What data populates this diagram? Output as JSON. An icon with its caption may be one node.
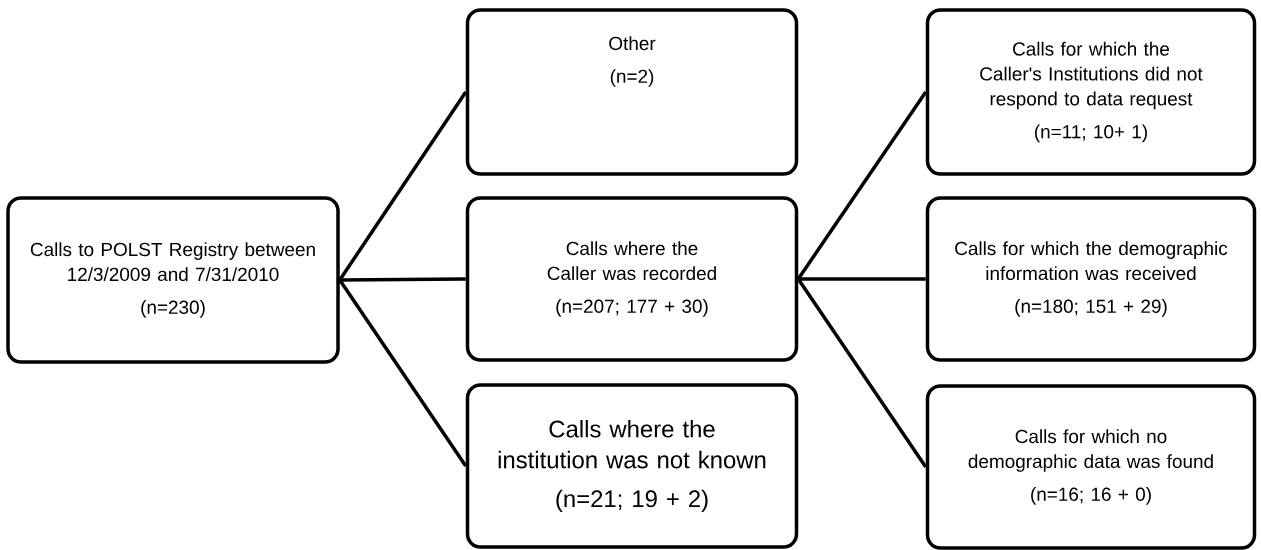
{
  "diagram": {
    "nodes": [
      {
        "text": [
          "Calls to POLST Registry between 12/3/2009 and 7/31/2010",
          "(n=230)"
        ]
      },
      {
        "text": [
          "Other",
          "(n=2)"
        ]
      },
      {
        "text": [
          "Calls where the Caller was recorded",
          "(n=207; 177 + 30)"
        ]
      },
      {
        "text": [
          "Calls where the institution was not known",
          "(n=21; 19 + 2)"
        ]
      },
      {
        "text": [
          "Calls for which the Caller's Institutions did not respond to data request",
          "(n=11; 10+ 1)"
        ]
      },
      {
        "text": [
          "Calls for which the demographic information was received",
          "(n=180; 151 + 29)"
        ]
      },
      {
        "text": [
          "Calls for which no demographic data was found",
          "(n=16; 16 + 0)"
        ]
      }
    ],
    "edges": [
      {
        "from": 0,
        "to": 1,
        "arrow": "none"
      },
      {
        "from": 0,
        "to": 2,
        "arrow": "none"
      },
      {
        "from": 0,
        "to": 3,
        "arrow": "none"
      },
      {
        "from": 2,
        "to": 4,
        "arrow": "none"
      },
      {
        "from": 2,
        "to": 5,
        "arrow": "none"
      },
      {
        "from": 2,
        "to": 6,
        "arrow": "none"
      }
    ]
  }
}
